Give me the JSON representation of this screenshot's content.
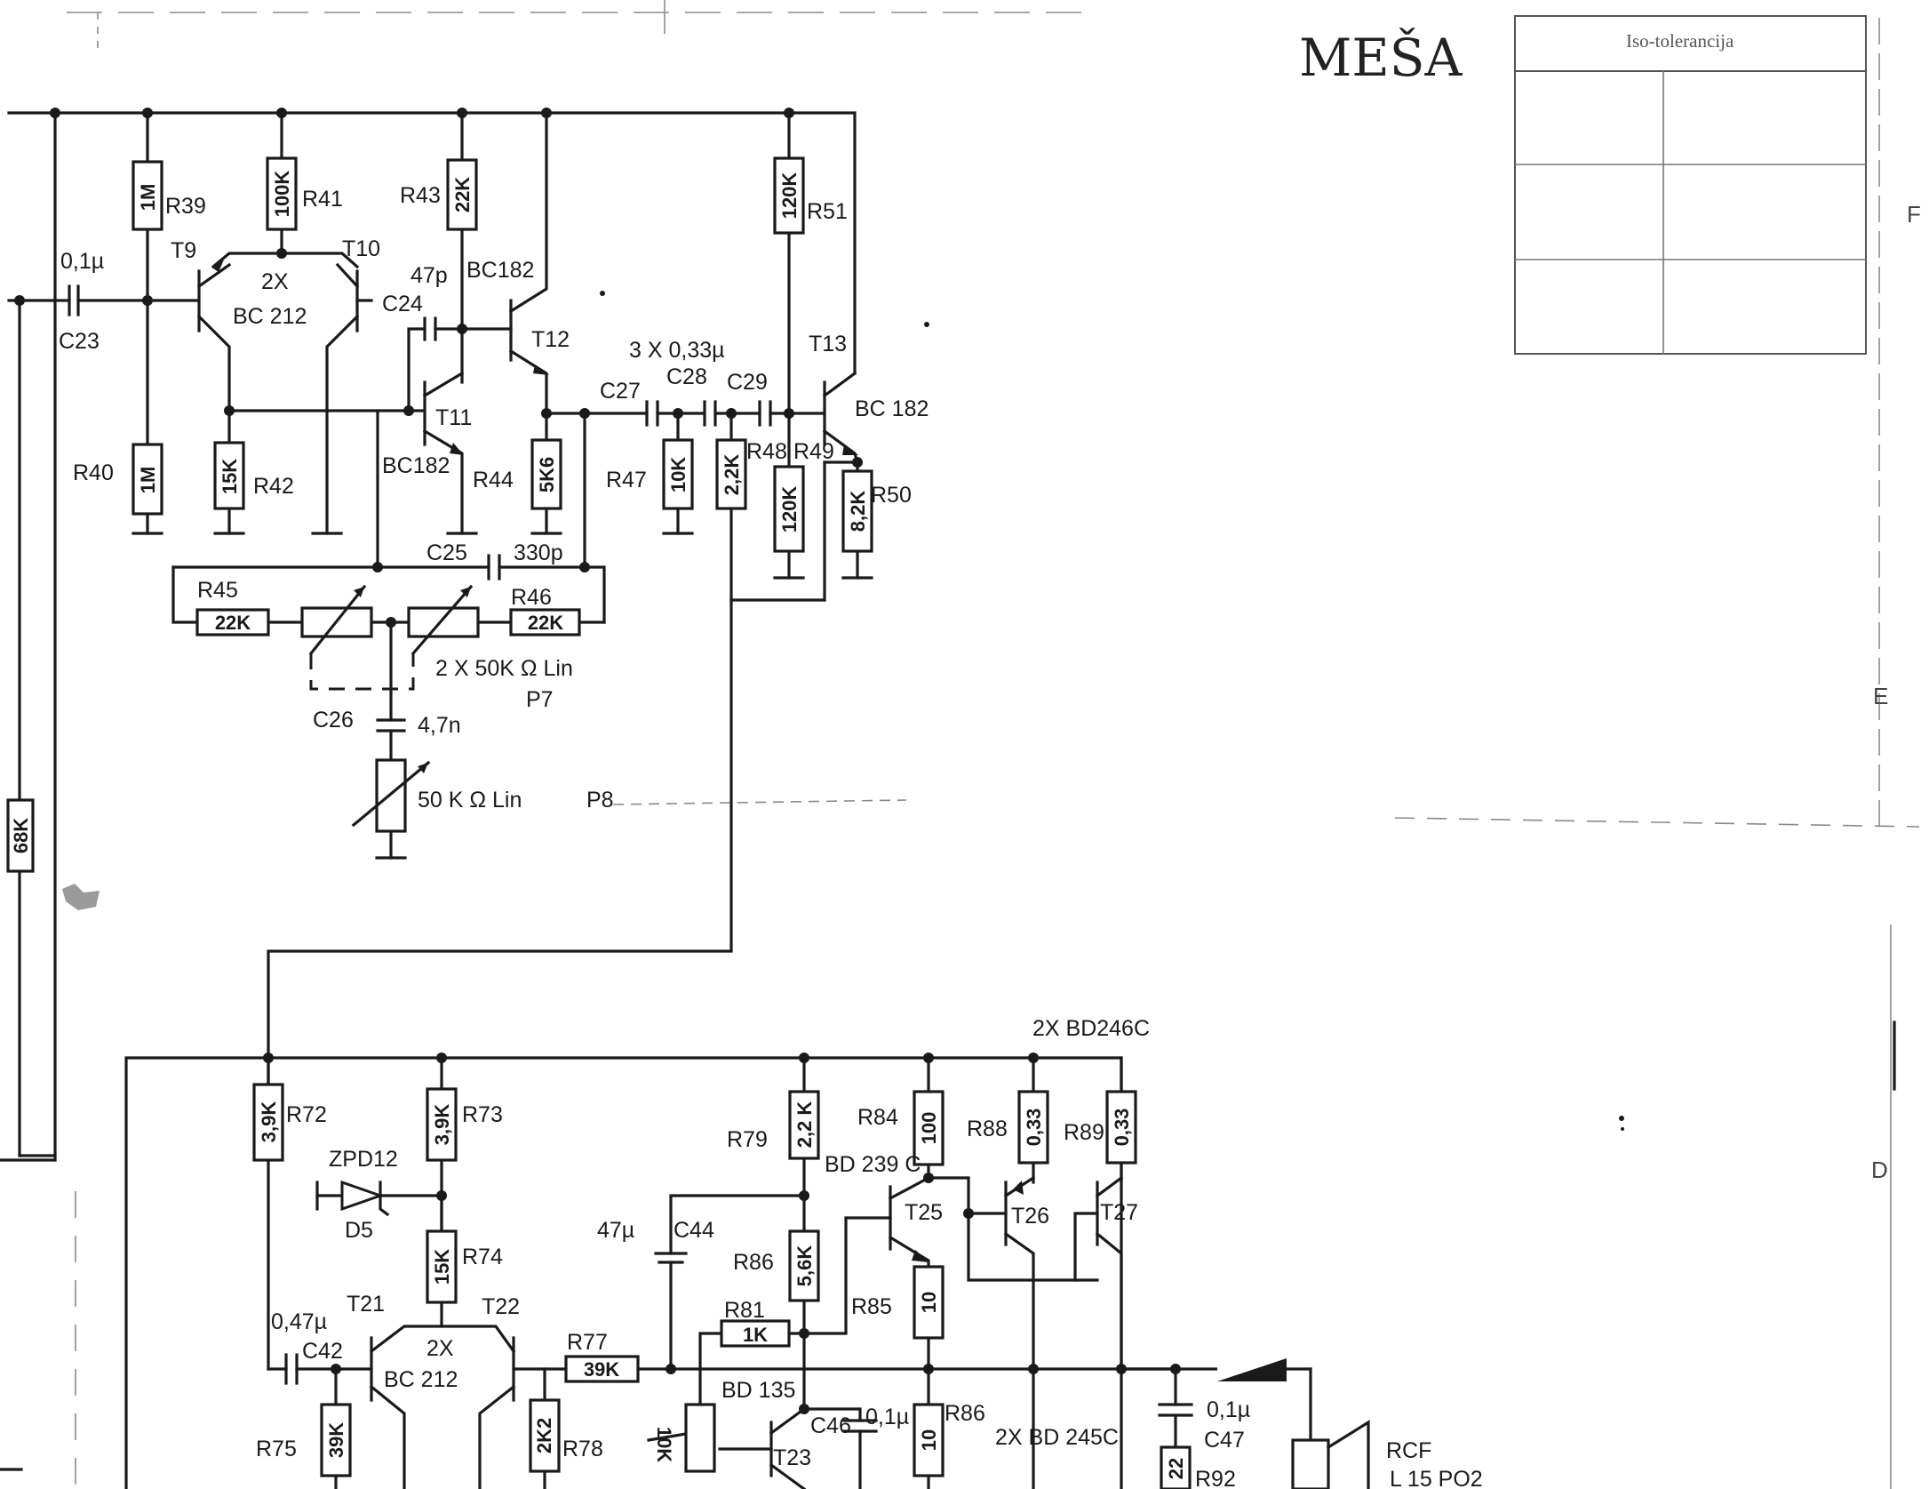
{
  "header": {
    "handwritten_title": "MEŠA",
    "table_title": "Iso-tolerancija",
    "edge_marks": [
      "F",
      "E",
      "D"
    ]
  },
  "components": {
    "R39": {
      "ref": "R39",
      "value": "1M"
    },
    "R40": {
      "ref": "R40",
      "value": "1M"
    },
    "R41": {
      "ref": "R41",
      "value": "100K"
    },
    "R42": {
      "ref": "R42",
      "value": "15K"
    },
    "R43": {
      "ref": "R43",
      "value": "22K"
    },
    "R44": {
      "ref": "R44",
      "value": "5K6"
    },
    "R45": {
      "ref": "R45",
      "value": "22K"
    },
    "R46": {
      "ref": "R46",
      "value": "22K"
    },
    "R47": {
      "ref": "R47",
      "value": "10K"
    },
    "R48": {
      "ref": "R48",
      "value": "2,2K"
    },
    "R49": {
      "ref": "R49",
      "value": "120K"
    },
    "R50": {
      "ref": "R50",
      "value": "8,2K"
    },
    "R51": {
      "ref": "R51",
      "value": "120K"
    },
    "R68": {
      "value": "68K"
    },
    "R72": {
      "ref": "R72",
      "value": "3,9K"
    },
    "R73": {
      "ref": "R73",
      "value": "3,9K"
    },
    "R74": {
      "ref": "R74",
      "value": "15K"
    },
    "R75": {
      "ref": "R75",
      "value": "39K"
    },
    "R77": {
      "ref": "R77",
      "value": "39K"
    },
    "R78": {
      "ref": "R78",
      "value": "2K2"
    },
    "R79": {
      "ref": "R79",
      "value": "2,2 K"
    },
    "R81": {
      "ref": "R81",
      "value": "1K"
    },
    "R84": {
      "ref": "R84",
      "value": "100"
    },
    "R85": {
      "ref": "R85",
      "value": "10"
    },
    "R86a": {
      "ref": "R86",
      "value": "5,6K"
    },
    "R86b": {
      "ref": "R86",
      "value": "10"
    },
    "R88": {
      "ref": "R88",
      "value": "0,33"
    },
    "R89": {
      "ref": "R89",
      "value": "0,33"
    },
    "R92": {
      "ref": "R92",
      "value": "22"
    },
    "trim10k": {
      "value": "10K"
    },
    "C23": {
      "ref": "C23",
      "value": "0,1µ"
    },
    "C24": {
      "ref": "C24",
      "value": "47p"
    },
    "C25": {
      "ref": "C25",
      "value": "330p"
    },
    "C26": {
      "ref": "C26",
      "value": "4,7n"
    },
    "C27": {
      "ref": "C27"
    },
    "C28": {
      "ref": "C28"
    },
    "C29": {
      "ref": "C29"
    },
    "C27_29_value": "3 X 0,33µ",
    "C42": {
      "ref": "C42",
      "value": "0,47µ"
    },
    "C44": {
      "ref": "C44",
      "value": "47µ"
    },
    "C46": {
      "ref": "C46",
      "value": "0,1µ"
    },
    "C47": {
      "ref": "C47",
      "value": "0,1µ"
    },
    "T9": "T9",
    "T10": "T10",
    "T11": "T11",
    "T12": "T12",
    "T13": "T13",
    "T21": "T21",
    "T22": "T22",
    "T23": "T23",
    "T25": "T25",
    "T26": "T26",
    "T27": "T27",
    "pair_top": {
      "count": "2X",
      "type": "BC 212"
    },
    "pair_bottom": {
      "count": "2X",
      "type": "BC 212"
    },
    "T11_type": "BC182",
    "T12_type": "BC182",
    "T13_type": "BC 182",
    "T23_type": "BD 135",
    "T25_type": "BD 239 C",
    "T26_27_type": "2X BD246C",
    "lower_pair_type": "2X BD 245C",
    "D5": {
      "ref": "D5",
      "type": "ZPD12"
    },
    "P7": {
      "ref": "P7",
      "value": "2 X 50K Ω Lin"
    },
    "P8": {
      "ref": "P8",
      "value": "50 K Ω Lin"
    },
    "speaker": {
      "brand": "RCF",
      "model": "L 15 PO2"
    }
  }
}
